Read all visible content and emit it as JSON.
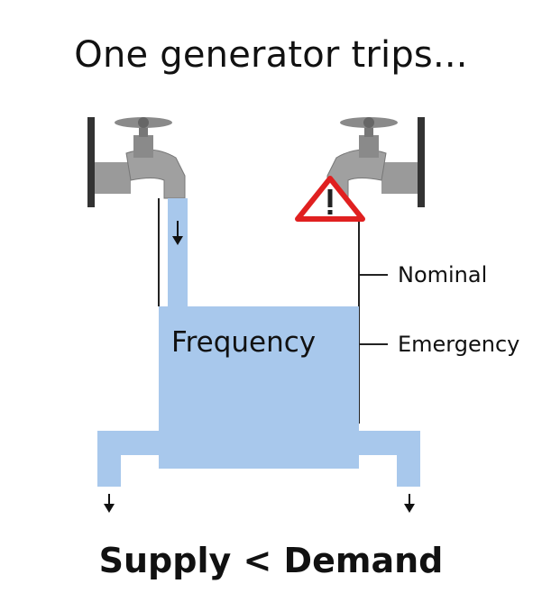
{
  "title": "One generator trips...",
  "tank_label": "Frequency",
  "levels": {
    "nominal": "Nominal",
    "emergency": "Emergency"
  },
  "bottom_caption": "Supply < Demand",
  "icons": [
    "faucet-icon",
    "faucet-icon",
    "warning-triangle-icon",
    "down-arrow-icon"
  ],
  "colors": {
    "water": "#a8c8ec",
    "outline": "#222222",
    "warning": "#e02020"
  }
}
